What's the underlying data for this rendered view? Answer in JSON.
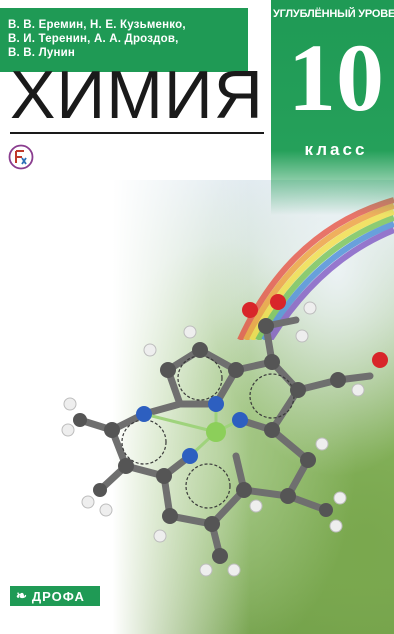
{
  "book": {
    "authors": [
      "В. В. Еремин, Н. Е. Кузьменко,",
      "В. И. Теренин, А. А. Дроздов,",
      "В. В. Лунин"
    ],
    "title": "ХИМИЯ",
    "level": "УГЛУБЛЁННЫЙ УРОВЕНЬ",
    "grade": "10",
    "grade_label": "класс",
    "publisher": "ДРОФА",
    "publisher_icon": "drofa-bird-icon",
    "fgos_icon": "fgos-logo-icon"
  },
  "colors": {
    "brand_green": "#1f9a55",
    "title_text": "#1a1a1a"
  }
}
